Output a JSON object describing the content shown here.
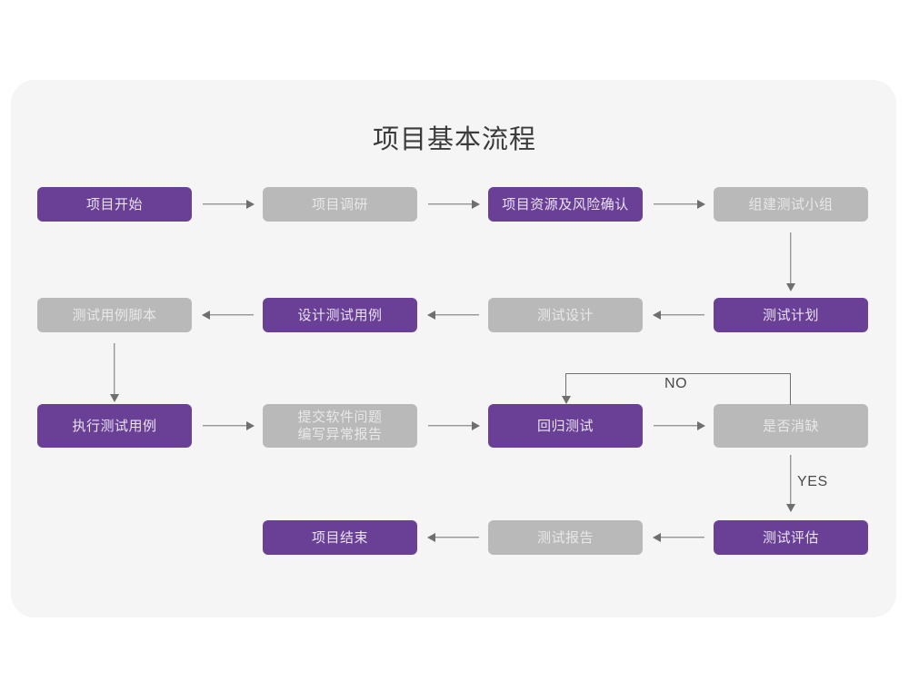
{
  "page": {
    "title": "项目基本流程",
    "background_color": "#ffffff",
    "card_color": "#f5f5f6",
    "purple_color": "#6a4096",
    "gray_color": "#b9b9b9",
    "line_color": "#6f6f6f"
  },
  "chart_data": {
    "type": "diagram",
    "title": "项目基本流程",
    "nodes": [
      {
        "id": "n1",
        "label": "项目开始",
        "style": "purple",
        "row": 1,
        "col": 1
      },
      {
        "id": "n2",
        "label": "项目调研",
        "style": "gray",
        "row": 1,
        "col": 2
      },
      {
        "id": "n3",
        "label": "项目资源及风险确认",
        "style": "purple",
        "row": 1,
        "col": 3
      },
      {
        "id": "n4",
        "label": "组建测试小组",
        "style": "gray",
        "row": 1,
        "col": 4
      },
      {
        "id": "n5",
        "label": "测试用例脚本",
        "style": "gray",
        "row": 2,
        "col": 1
      },
      {
        "id": "n6",
        "label": "设计测试用例",
        "style": "purple",
        "row": 2,
        "col": 2
      },
      {
        "id": "n7",
        "label": "测试设计",
        "style": "gray",
        "row": 2,
        "col": 3
      },
      {
        "id": "n8",
        "label": "测试计划",
        "style": "purple",
        "row": 2,
        "col": 4
      },
      {
        "id": "n9",
        "label": "执行测试用例",
        "style": "purple",
        "row": 3,
        "col": 1
      },
      {
        "id": "n10",
        "label": "提交软件问题\n编写异常报告",
        "style": "gray",
        "row": 3,
        "col": 2
      },
      {
        "id": "n11",
        "label": "回归测试",
        "style": "purple",
        "row": 3,
        "col": 3
      },
      {
        "id": "n12",
        "label": "是否消缺",
        "style": "gray",
        "row": 3,
        "col": 4
      },
      {
        "id": "n13",
        "label": "项目结束",
        "style": "purple",
        "row": 4,
        "col": 2
      },
      {
        "id": "n14",
        "label": "测试报告",
        "style": "gray",
        "row": 4,
        "col": 3
      },
      {
        "id": "n15",
        "label": "测试评估",
        "style": "purple",
        "row": 4,
        "col": 4
      }
    ],
    "edges": [
      {
        "from": "n1",
        "to": "n2",
        "dir": "right",
        "label": ""
      },
      {
        "from": "n2",
        "to": "n3",
        "dir": "right",
        "label": ""
      },
      {
        "from": "n3",
        "to": "n4",
        "dir": "right",
        "label": ""
      },
      {
        "from": "n4",
        "to": "n8",
        "dir": "down",
        "label": ""
      },
      {
        "from": "n8",
        "to": "n7",
        "dir": "left",
        "label": ""
      },
      {
        "from": "n7",
        "to": "n6",
        "dir": "left",
        "label": ""
      },
      {
        "from": "n6",
        "to": "n5",
        "dir": "left",
        "label": ""
      },
      {
        "from": "n5",
        "to": "n9",
        "dir": "down",
        "label": ""
      },
      {
        "from": "n9",
        "to": "n10",
        "dir": "right",
        "label": ""
      },
      {
        "from": "n10",
        "to": "n11",
        "dir": "right",
        "label": ""
      },
      {
        "from": "n11",
        "to": "n12",
        "dir": "right",
        "label": ""
      },
      {
        "from": "n12",
        "to": "n11",
        "dir": "loop-up-left",
        "label": "NO"
      },
      {
        "from": "n12",
        "to": "n15",
        "dir": "down",
        "label": "YES"
      },
      {
        "from": "n15",
        "to": "n14",
        "dir": "left",
        "label": ""
      },
      {
        "from": "n14",
        "to": "n13",
        "dir": "left",
        "label": ""
      }
    ],
    "edge_labels": {
      "no": "NO",
      "yes": "YES"
    }
  }
}
